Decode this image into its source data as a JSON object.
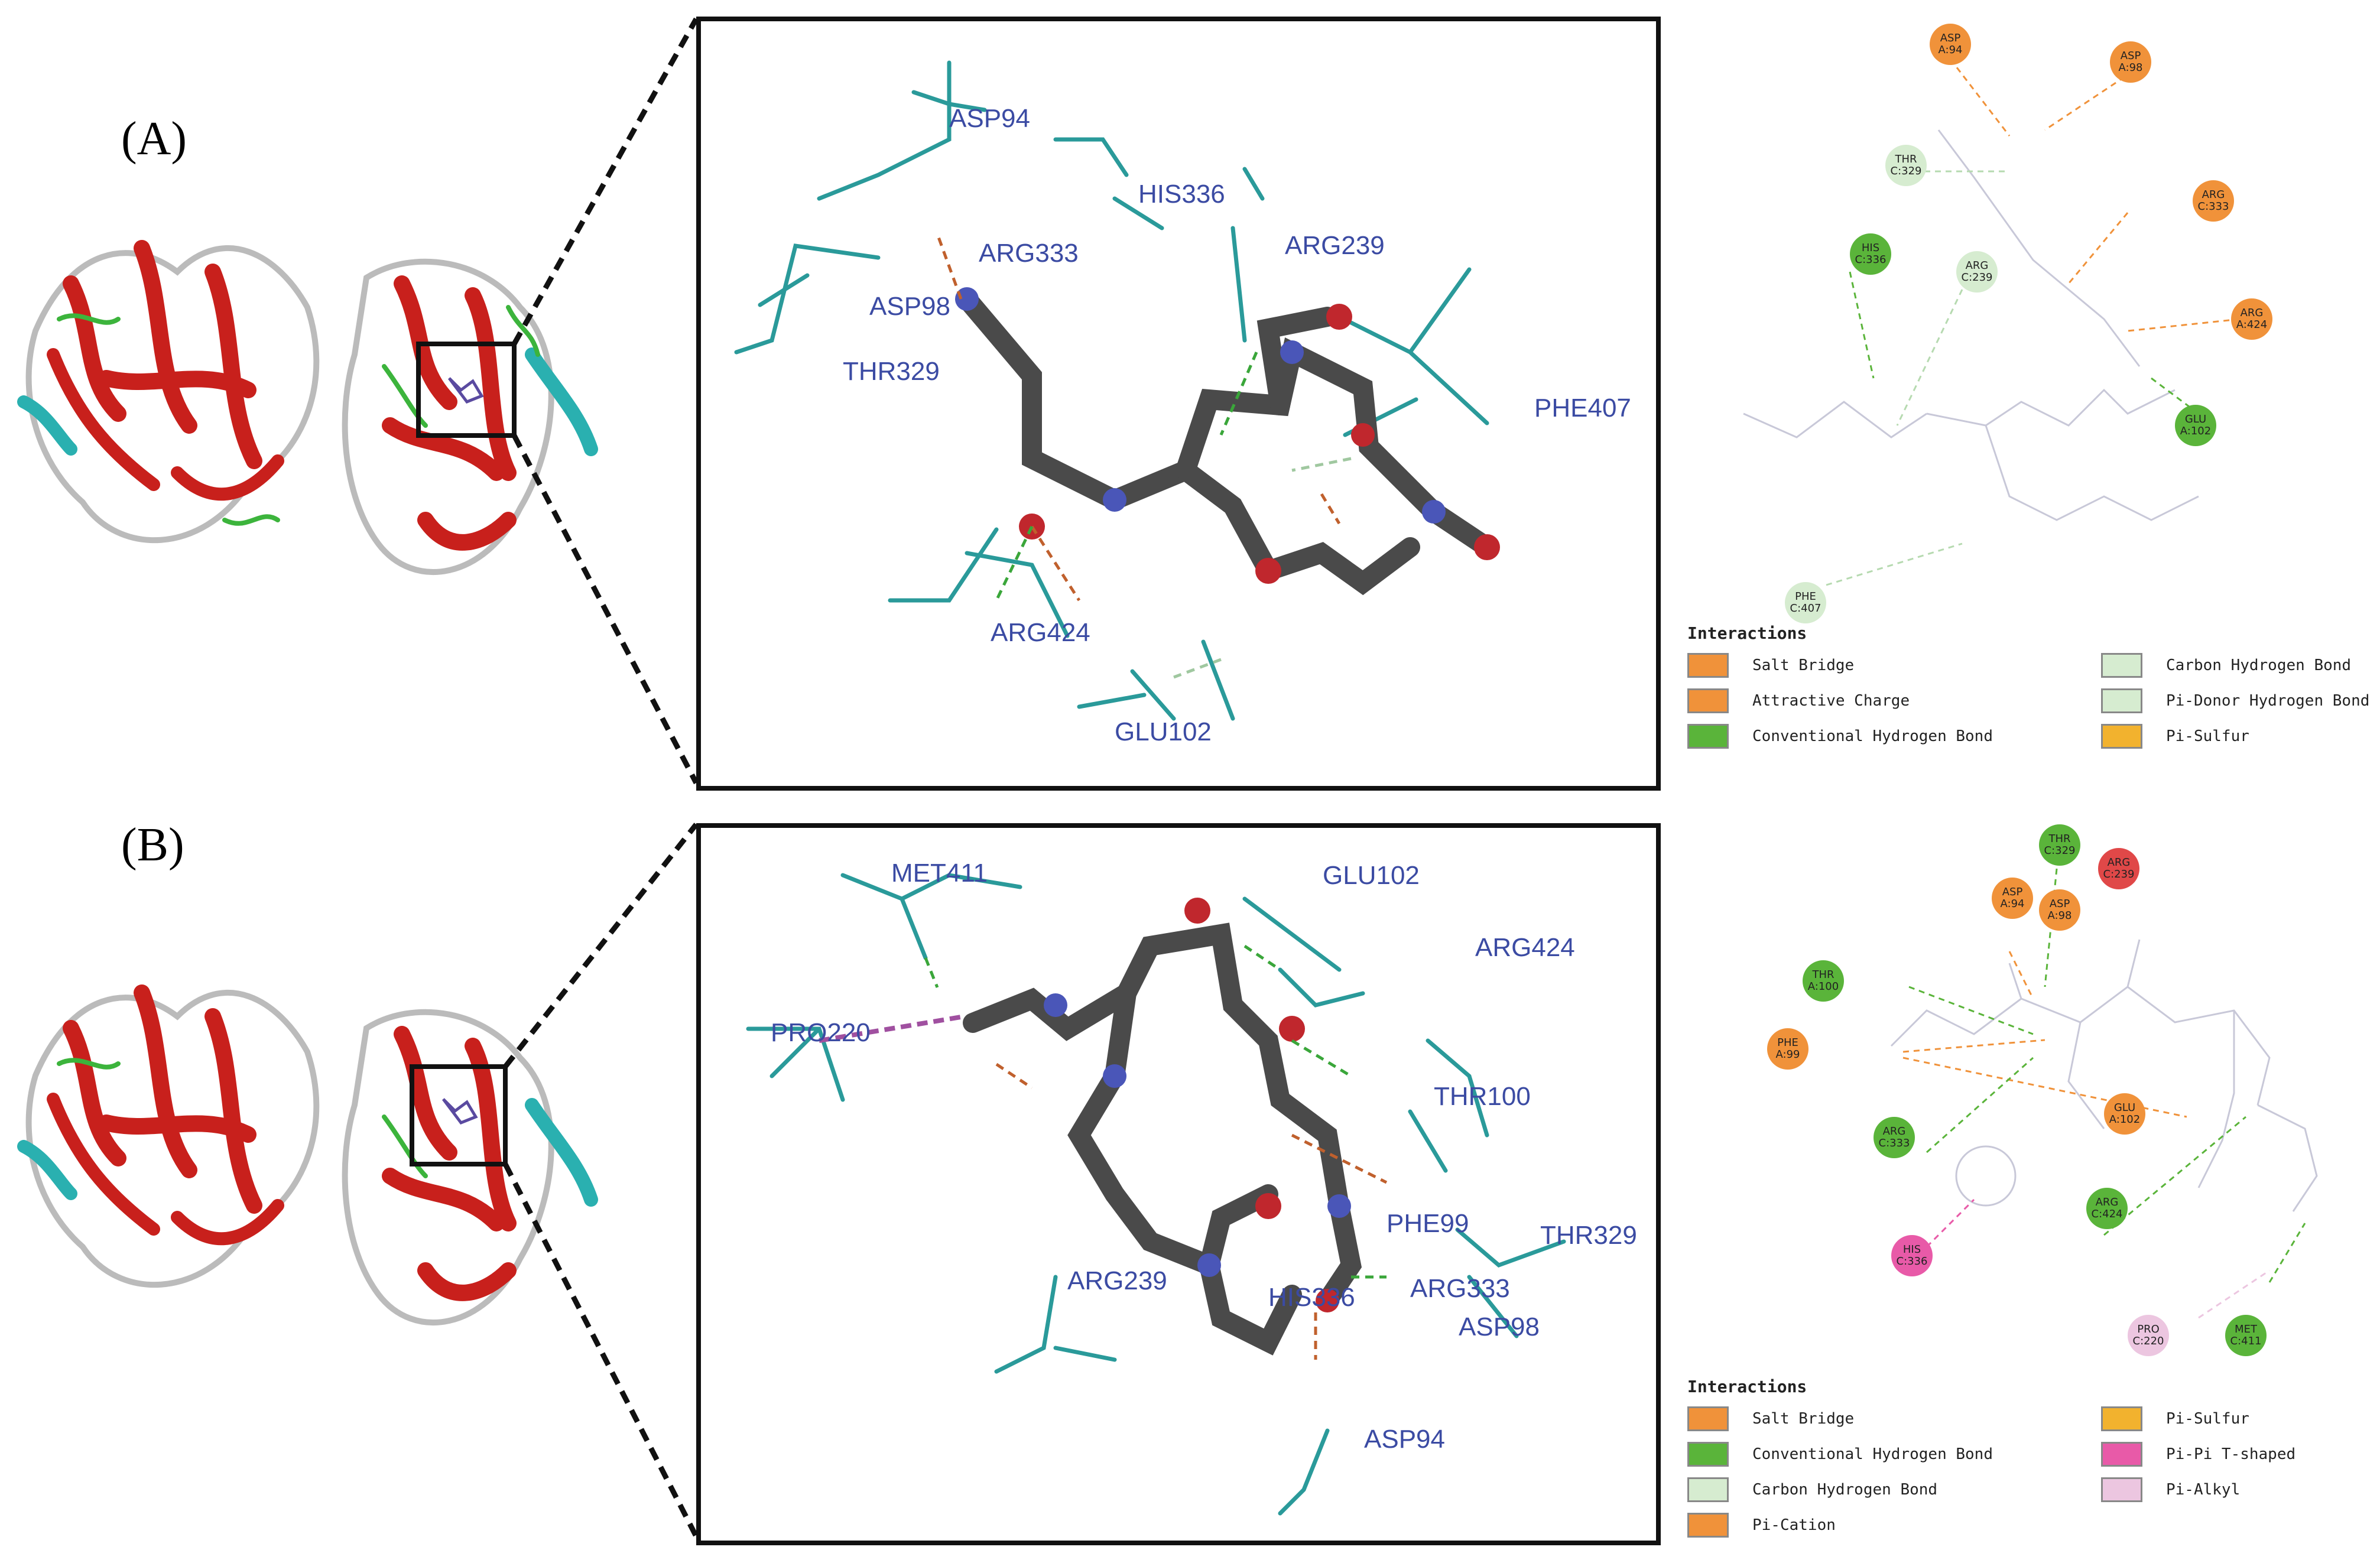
{
  "panels": [
    {
      "label": "(A)",
      "residues": [
        "ASP94",
        "HIS336",
        "ARG333",
        "ARG239",
        "ASP98",
        "THR329",
        "PHE407",
        "ARG424",
        "GLU102"
      ],
      "nodes": [
        {
          "text": "ASP A:94",
          "color": "#f0923a"
        },
        {
          "text": "ASP A:98",
          "color": "#f0923a"
        },
        {
          "text": "THR C:329",
          "color": "#d6ecd0"
        },
        {
          "text": "ARG C:333",
          "color": "#f0923a"
        },
        {
          "text": "HIS C:336",
          "color": "#5ab43a"
        },
        {
          "text": "ARG C:239",
          "color": "#d6ecd0"
        },
        {
          "text": "ARG A:424",
          "color": "#f0923a"
        },
        {
          "text": "GLU A:102",
          "color": "#5ab43a"
        },
        {
          "text": "PHE C:407",
          "color": "#d6ecd0"
        }
      ],
      "legend_title": "Interactions",
      "legend_items": [
        {
          "label": "Salt Bridge",
          "color": "#f0923a"
        },
        {
          "label": "Attractive Charge",
          "color": "#f0923a"
        },
        {
          "label": "Conventional Hydrogen Bond",
          "color": "#5ab43a"
        },
        {
          "label": "Carbon Hydrogen Bond",
          "color": "#d6ecd0"
        },
        {
          "label": "Pi-Donor Hydrogen Bond",
          "color": "#d6ecd0"
        },
        {
          "label": "Pi-Sulfur",
          "color": "#f2b22e"
        }
      ]
    },
    {
      "label": "(B)",
      "residues": [
        "MET411",
        "GLU102",
        "ARG424",
        "PRO220",
        "THR100",
        "PHE99",
        "THR329",
        "ARG239",
        "HIS336",
        "ARG333",
        "ASP98",
        "ASP94"
      ],
      "nodes": [
        {
          "text": "THR C:329",
          "color": "#5ab43a"
        },
        {
          "text": "ARG C:239",
          "color": "#e04848"
        },
        {
          "text": "ASP A:94",
          "color": "#f0923a"
        },
        {
          "text": "ASP A:98",
          "color": "#f0923a"
        },
        {
          "text": "THR A:100",
          "color": "#5ab43a"
        },
        {
          "text": "PHE A:99",
          "color": "#f0923a"
        },
        {
          "text": "GLU A:102",
          "color": "#f0923a"
        },
        {
          "text": "ARG C:333",
          "color": "#5ab43a"
        },
        {
          "text": "ARG C:424",
          "color": "#5ab43a"
        },
        {
          "text": "HIS C:336",
          "color": "#e85aa8"
        },
        {
          "text": "PRO C:220",
          "color": "#ecc6e0"
        },
        {
          "text": "MET C:411",
          "color": "#5ab43a"
        }
      ],
      "legend_title": "Interactions",
      "legend_items": [
        {
          "label": "Salt Bridge",
          "color": "#f0923a"
        },
        {
          "label": "Conventional Hydrogen Bond",
          "color": "#5ab43a"
        },
        {
          "label": "Carbon Hydrogen Bond",
          "color": "#d6ecd0"
        },
        {
          "label": "Pi-Cation",
          "color": "#f0923a"
        },
        {
          "label": "Pi-Sulfur",
          "color": "#f2b22e"
        },
        {
          "label": "Pi-Pi T-shaped",
          "color": "#e85aa8"
        },
        {
          "label": "Pi-Alkyl",
          "color": "#ecc6e0"
        }
      ]
    }
  ]
}
